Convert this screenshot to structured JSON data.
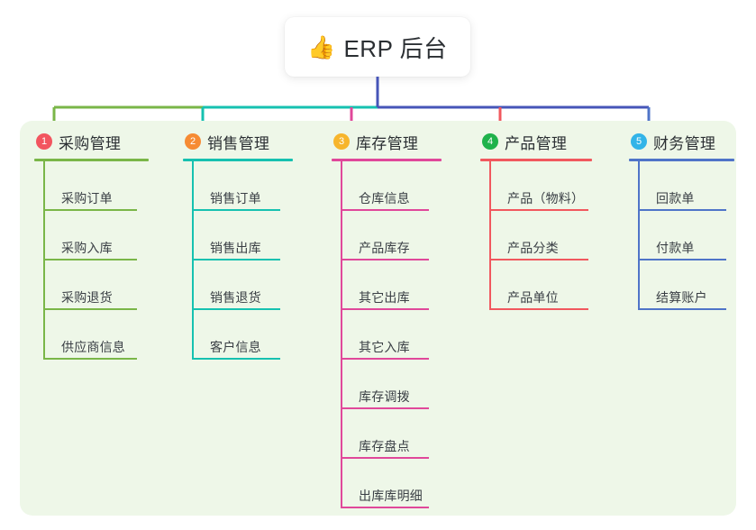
{
  "title": {
    "emoji": "👍",
    "emoji_name": "thumbs-up-icon",
    "text": "ERP 后台"
  },
  "theme": {
    "page_background": "#ffffff",
    "panel_background": "#eef7e8",
    "card_background": "#ffffff",
    "text_color": "#2b2f33",
    "root_connector_color": "#4655b8"
  },
  "columns": [
    {
      "index": "1",
      "badge_color": "#f2555f",
      "line_color": "#7ab648",
      "title": "采购管理",
      "items": [
        {
          "label": "采购订单"
        },
        {
          "label": "采购入库"
        },
        {
          "label": "采购退货"
        },
        {
          "label": "供应商信息"
        }
      ]
    },
    {
      "index": "2",
      "badge_color": "#f68b33",
      "line_color": "#16c1b0",
      "title": "销售管理",
      "items": [
        {
          "label": "销售订单"
        },
        {
          "label": "销售出库"
        },
        {
          "label": "销售退货"
        },
        {
          "label": "客户信息"
        }
      ]
    },
    {
      "index": "3",
      "badge_color": "#f7b52c",
      "line_color": "#e0489a",
      "title": "库存管理",
      "items": [
        {
          "label": "仓库信息"
        },
        {
          "label": "产品库存"
        },
        {
          "label": "其它出库"
        },
        {
          "label": "其它入库"
        },
        {
          "label": "库存调拨"
        },
        {
          "label": "库存盘点"
        },
        {
          "label": "出库库明细"
        }
      ]
    },
    {
      "index": "4",
      "badge_color": "#1fb24b",
      "line_color": "#f1585e",
      "title": "产品管理",
      "items": [
        {
          "label": "产品（物料）"
        },
        {
          "label": "产品分类"
        },
        {
          "label": "产品单位"
        }
      ]
    },
    {
      "index": "5",
      "badge_color": "#32b4e8",
      "line_color": "#4f74c8",
      "title": "财务管理",
      "items": [
        {
          "label": "回款单"
        },
        {
          "label": "付款单"
        },
        {
          "label": "结算账户"
        }
      ]
    }
  ]
}
